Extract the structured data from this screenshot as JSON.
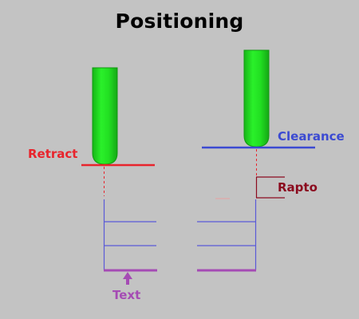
{
  "title": "Positioning",
  "labels": {
    "retract": "Retract",
    "clearance": "Clearance",
    "rapto": "Rapto",
    "text": "Text"
  },
  "colors": {
    "background": "#c3c3c3",
    "tool": "#1ee11e",
    "retract": "#e8242c",
    "clearance": "#3c4bd2",
    "rapto": "#8b0a1e",
    "text": "#a54bb4",
    "depth_lines": "#5a5ad7",
    "dashed": "#e8242c"
  }
}
